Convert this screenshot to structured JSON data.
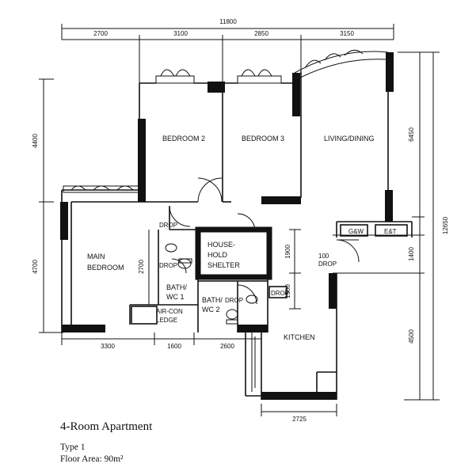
{
  "title": "4-Room Apartment",
  "type": "Type 1",
  "floor_area": "Floor Area: 90m²",
  "dimensions": {
    "overall_width": "11800",
    "top": [
      "2700",
      "3100",
      "2850",
      "3150"
    ],
    "bottom": [
      "3300",
      "1600",
      "2600"
    ],
    "kitchen_width": "2725",
    "left": [
      "4400",
      "4700"
    ],
    "right_outer": "12650",
    "right": [
      "6450",
      "1400",
      "4500"
    ],
    "inner": [
      "2700",
      "1900",
      "1500"
    ]
  },
  "rooms": {
    "bedroom2": "BEDROOM 2",
    "bedroom3": "BEDROOM 3",
    "living": "LIVING/DINING",
    "main_bedroom": [
      "MAIN",
      "BEDROOM"
    ],
    "shelter": [
      "HOUSE-",
      "HOLD",
      "SHELTER"
    ],
    "bath1": [
      "BATH/",
      "WC 1"
    ],
    "bath2": [
      "BATH/",
      "WC 2"
    ],
    "kitchen": "KITCHEN",
    "aircon": [
      "AIR-CON",
      "LEDGE"
    ]
  },
  "fixtures": {
    "gw": "G&W",
    "et": "E&T",
    "drop": "DROP",
    "drop100": [
      "100",
      "DROP"
    ]
  }
}
